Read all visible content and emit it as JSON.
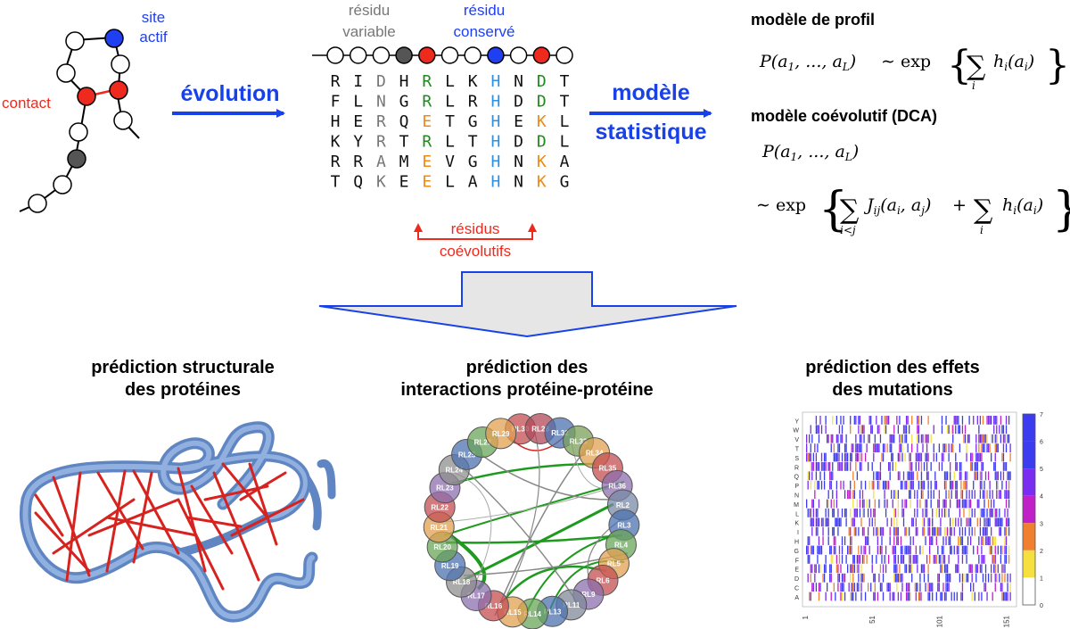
{
  "colors": {
    "active": "#1f3ff0",
    "contact": "#ee2a1e",
    "variable": "#555555",
    "conserved": "#2f8fe0",
    "coevol_green": "#1e8a1e",
    "coevol_orange": "#ef8a16",
    "variable_text": "#777777",
    "arrow_blue": "#1842e8",
    "rna_blue": "#7fa6dc",
    "rna_red": "#d6231f"
  },
  "protein": {
    "label_site": "site",
    "label_actif": "actif",
    "label_contact": "contact"
  },
  "arrows": {
    "evolution": "évolution",
    "model_line1": "modèle",
    "model_line2": "statistique"
  },
  "alignment": {
    "header_variable_1": "résidu",
    "header_variable_2": "variable",
    "header_conserved_1": "résidu",
    "header_conserved_2": "conservé",
    "rows": [
      [
        "R",
        "I",
        "D",
        "H",
        "R",
        "L",
        "K",
        "H",
        "N",
        "D",
        "T"
      ],
      [
        "F",
        "L",
        "N",
        "G",
        "R",
        "L",
        "R",
        "H",
        "D",
        "D",
        "T"
      ],
      [
        "H",
        "E",
        "R",
        "Q",
        "E",
        "T",
        "G",
        "H",
        "E",
        "K",
        "L"
      ],
      [
        "K",
        "Y",
        "R",
        "T",
        "R",
        "L",
        "T",
        "H",
        "D",
        "D",
        "L"
      ],
      [
        "R",
        "R",
        "A",
        "M",
        "E",
        "V",
        "G",
        "H",
        "N",
        "K",
        "A"
      ],
      [
        "T",
        "Q",
        "K",
        "E",
        "E",
        "L",
        "A",
        "H",
        "N",
        "K",
        "G"
      ]
    ],
    "coevol_label_1": "résidus",
    "coevol_label_2": "coévolutifs"
  },
  "models": {
    "profil_title": "modèle de profil",
    "dca_title": "modèle coévolutif (DCA)",
    "f_profil_lhs": "P(a",
    "f_sub1": "1",
    "f_dots": ", ..., a",
    "f_subL": "L",
    "f_rparen": ")",
    "f_sim": "∼ exp",
    "f_sum": "∑",
    "f_h": "h",
    "f_i": "i",
    "f_a": "(a",
    "f_J": "J",
    "f_ij": "ij",
    "f_aij": "(a",
    "f_comma_a": ", a",
    "f_j": "j",
    "f_plus": "+",
    "f_i_lt_j": "i<j"
  },
  "outputs": {
    "structure_1": "prédiction structurale",
    "structure_2": "des protéines",
    "ppi_1": "prédiction des",
    "ppi_2": "interactions protéine-protéine",
    "mut_1": "prédiction des effets",
    "mut_2": "des mutations"
  },
  "circos": {
    "nodes": [
      {
        "label": "RL30",
        "color": "#c44e52"
      },
      {
        "label": "RL28",
        "color": "#b0495a"
      },
      {
        "label": "RL32",
        "color": "#4c72b0"
      },
      {
        "label": "RL33",
        "color": "#7aa05a"
      },
      {
        "label": "RL34",
        "color": "#e0a050"
      },
      {
        "label": "RL35",
        "color": "#c44e52"
      },
      {
        "label": "RL36",
        "color": "#8c6fae"
      },
      {
        "label": "RL2",
        "color": "#7a8aa6"
      },
      {
        "label": "RL3",
        "color": "#4c72b0"
      },
      {
        "label": "RL4",
        "color": "#6aa65a"
      },
      {
        "label": "RL5",
        "color": "#e0a050"
      },
      {
        "label": "RL6",
        "color": "#c44e52"
      },
      {
        "label": "RL9",
        "color": "#8c6fae"
      },
      {
        "label": "RL11",
        "color": "#808a98"
      },
      {
        "label": "RL13",
        "color": "#4c72b0"
      },
      {
        "label": "RL14",
        "color": "#6aa65a"
      },
      {
        "label": "RL15",
        "color": "#e0a050"
      },
      {
        "label": "RL16",
        "color": "#c44e52"
      },
      {
        "label": "RL17",
        "color": "#8c6fae"
      },
      {
        "label": "RL18",
        "color": "#8f8f8f"
      },
      {
        "label": "RL19",
        "color": "#4c72b0"
      },
      {
        "label": "RL20",
        "color": "#6aa65a"
      },
      {
        "label": "RL21",
        "color": "#e0a050"
      },
      {
        "label": "RL22",
        "color": "#c44e52"
      },
      {
        "label": "RL23",
        "color": "#8c6fae"
      },
      {
        "label": "RL24",
        "color": "#8f8f8f"
      },
      {
        "label": "RL25",
        "color": "#4c72b0"
      },
      {
        "label": "RL27",
        "color": "#6aa65a"
      },
      {
        "label": "RL29",
        "color": "#e0a050"
      }
    ]
  },
  "heatmap": {
    "y_labels": [
      "Y",
      "W",
      "V",
      "T",
      "S",
      "R",
      "Q",
      "P",
      "N",
      "M",
      "L",
      "K",
      "I",
      "H",
      "G",
      "F",
      "E",
      "D",
      "C",
      "A"
    ],
    "x_ticks": [
      "1",
      "51",
      "101",
      "151"
    ],
    "colorbar_ticks": [
      "7",
      "6",
      "5",
      "4",
      "3",
      "2",
      "1",
      "0"
    ],
    "colorbar_colors": [
      "#3b3bf0",
      "#7a2cf0",
      "#c020c8",
      "#f08030",
      "#f5e040",
      "#ffffff"
    ]
  }
}
